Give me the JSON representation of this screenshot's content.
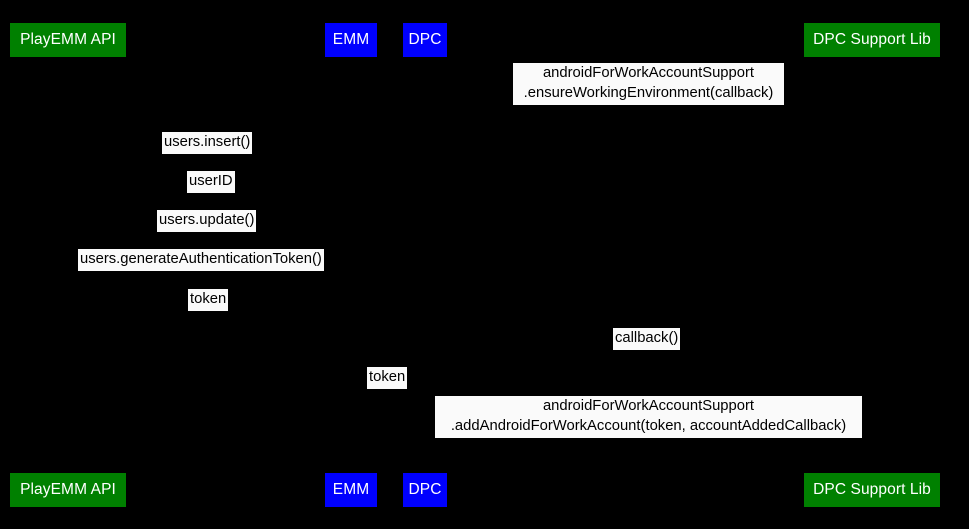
{
  "diagram": {
    "type": "uml-sequence-diagram",
    "background_color": "#000000",
    "label_background_color": "#fafafa",
    "label_text_color": "#000000"
  },
  "participants": {
    "top": [
      {
        "label": "PlayEMM API",
        "color": "#008000",
        "style": "green"
      },
      {
        "label": "EMM",
        "color": "#0000ff",
        "style": "blue"
      },
      {
        "label": "DPC",
        "color": "#0000ff",
        "style": "blue"
      },
      {
        "label": "DPC Support Lib",
        "color": "#008000",
        "style": "green"
      }
    ],
    "bottom": [
      {
        "label": "PlayEMM API",
        "color": "#008000",
        "style": "green"
      },
      {
        "label": "EMM",
        "color": "#0000ff",
        "style": "blue"
      },
      {
        "label": "DPC",
        "color": "#0000ff",
        "style": "blue"
      },
      {
        "label": "DPC Support Lib",
        "color": "#008000",
        "style": "green"
      }
    ]
  },
  "messages": [
    {
      "id": "ensure-working-environment",
      "line1": "androidForWorkAccountSupport",
      "line2": ".ensureWorkingEnvironment(callback)",
      "from": "DPC",
      "to": "DPC Support Lib"
    },
    {
      "id": "users-insert",
      "text": "users.insert()",
      "from": "EMM",
      "to": "PlayEMM API"
    },
    {
      "id": "user-id",
      "text": "userID",
      "from": "PlayEMM API",
      "to": "EMM"
    },
    {
      "id": "users-update",
      "text": "users.update()",
      "from": "EMM",
      "to": "PlayEMM API"
    },
    {
      "id": "users-generate-authentication-token",
      "text": "users.generateAuthenticationToken()",
      "from": "EMM",
      "to": "PlayEMM API"
    },
    {
      "id": "token-to-emm",
      "text": "token",
      "from": "PlayEMM API",
      "to": "EMM"
    },
    {
      "id": "callback",
      "text": "callback()",
      "from": "DPC Support Lib",
      "to": "DPC"
    },
    {
      "id": "token-to-dpc",
      "text": "token",
      "from": "EMM",
      "to": "DPC"
    },
    {
      "id": "add-android-for-work-account",
      "line1": "androidForWorkAccountSupport",
      "line2": ".addAndroidForWorkAccount(token, accountAddedCallback)",
      "from": "DPC",
      "to": "DPC Support Lib"
    }
  ]
}
